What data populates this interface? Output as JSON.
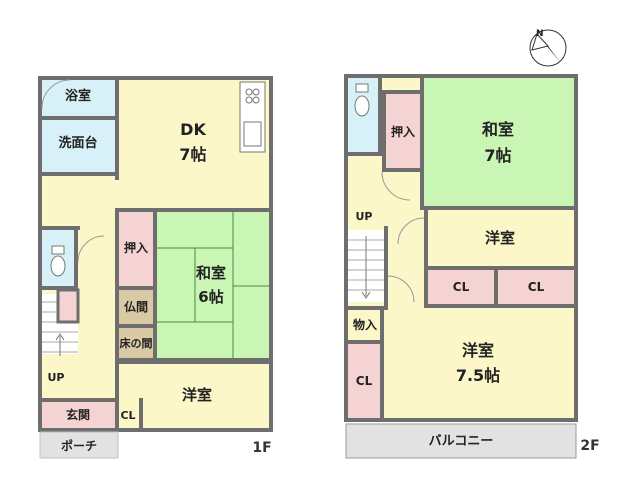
{
  "colors": {
    "wall": "#6e6e6e",
    "dk": "#fbf7c8",
    "japanese": "#c9f5b5",
    "western": "#fbf7c8",
    "closet": "#f6d3d3",
    "bath": "#d8f0f8",
    "wood": "#d9c9a4",
    "floor": "#fbf7c8",
    "balcony": "#e2e2e2",
    "porch": "#e2e2e2"
  },
  "compass": {
    "mark": "N"
  },
  "floor1": {
    "label": "1F",
    "rooms": {
      "bath": "浴室",
      "washroom": "洗面台",
      "dk_name": "DK",
      "dk_size": "7帖",
      "closet": "押入",
      "washitsu_name": "和室",
      "washitsu_size": "6帖",
      "butsuma": "仏間",
      "tokonoma": "床の間",
      "stairs_up": "UP",
      "genkan": "玄関",
      "cl": "CL",
      "yoshitsu": "洋室",
      "porch": "ポーチ"
    }
  },
  "floor2": {
    "label": "2F",
    "rooms": {
      "closet": "押入",
      "washitsu_name": "和室",
      "washitsu_size": "7帖",
      "stairs_up": "UP",
      "yoshitsu_small": "洋室",
      "cl_left": "CL",
      "cl_right": "CL",
      "storage": "物入",
      "cl_bottom": "CL",
      "yoshitsu_large_name": "洋室",
      "yoshitsu_large_size": "7.5帖",
      "balcony": "バルコニー"
    }
  }
}
